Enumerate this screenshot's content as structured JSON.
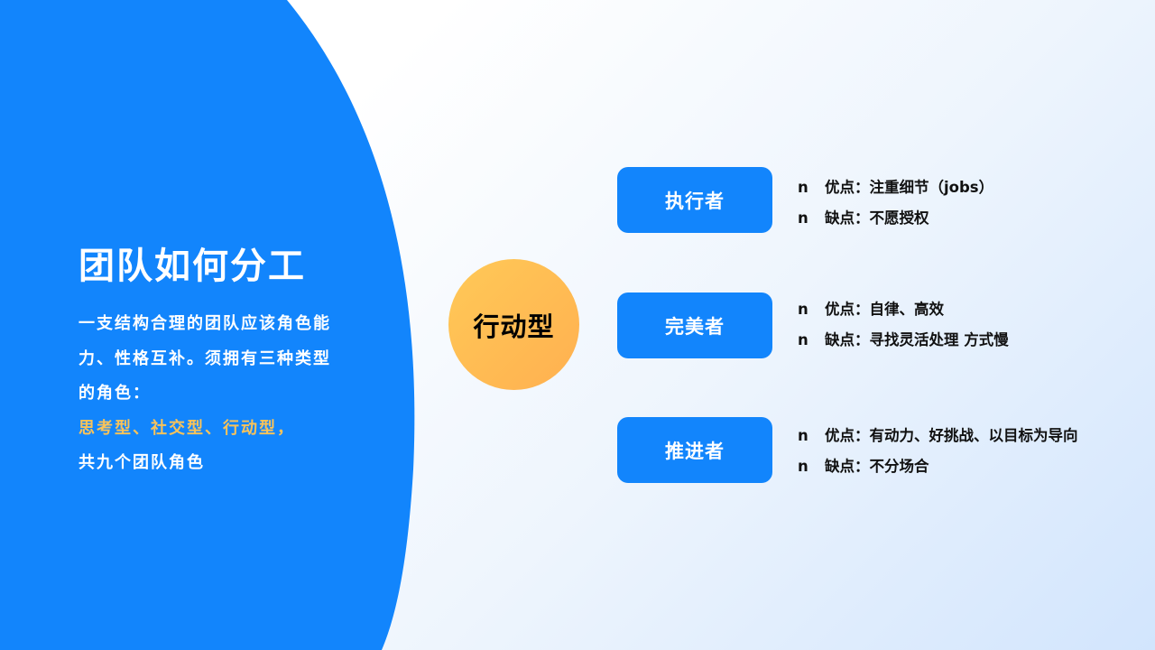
{
  "left_panel": {
    "title": "团队如何分工",
    "desc_lines": [
      "一支结构合理的团队应该角色能",
      "力、性格互补。须拥有三种类型",
      "的角色："
    ],
    "highlight": "思考型、社交型、行动型，",
    "tail": "共九个团队角色",
    "colors": {
      "panel": "#1285fc",
      "highlight": "#f9c35a"
    }
  },
  "center": {
    "label": "行动型",
    "color": "#ffb850"
  },
  "roles": [
    {
      "name": "执行者",
      "points": [
        {
          "bullet": "n",
          "text": "优点：注重细节（jobs）"
        },
        {
          "bullet": "n",
          "text": "缺点：不愿授权"
        }
      ]
    },
    {
      "name": "完美者",
      "points": [
        {
          "bullet": "n",
          "text": "优点：自律、高效"
        },
        {
          "bullet": "n",
          "text": "缺点：寻找灵活处理 方式慢"
        }
      ]
    },
    {
      "name": "推进者",
      "points": [
        {
          "bullet": "n",
          "text": "优点：有动力、好挑战、以目标为导向"
        },
        {
          "bullet": "n",
          "text": "缺点：不分场合"
        }
      ]
    }
  ]
}
